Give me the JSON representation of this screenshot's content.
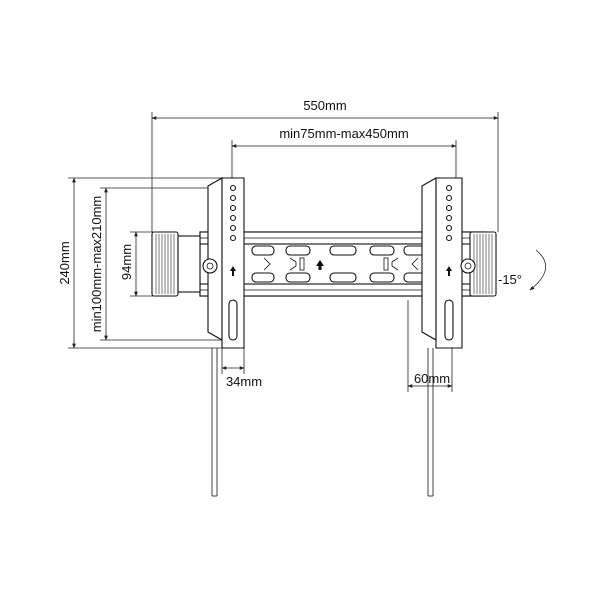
{
  "dimensions": {
    "overall_width": "550mm",
    "vesa_horizontal": "min75mm-max450mm",
    "overall_height": "240mm",
    "vesa_vertical": "min100mm-max210mm",
    "rail_height": "94mm",
    "left_depth": "34mm",
    "right_depth": "60mm",
    "tilt_angle": "-15°"
  }
}
